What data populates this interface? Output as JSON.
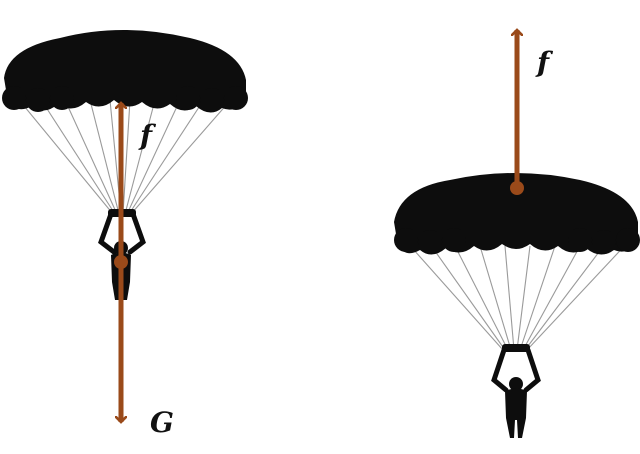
{
  "colors": {
    "canopy": "#0d0d0d",
    "lines": "#9a9a9a",
    "force_arrow": "#9a4a1a",
    "label": "#111111",
    "background": "#ffffff"
  },
  "left_figure": {
    "up_force_label": "f",
    "down_force_label": "G"
  },
  "right_figure": {
    "up_force_label": "f"
  }
}
